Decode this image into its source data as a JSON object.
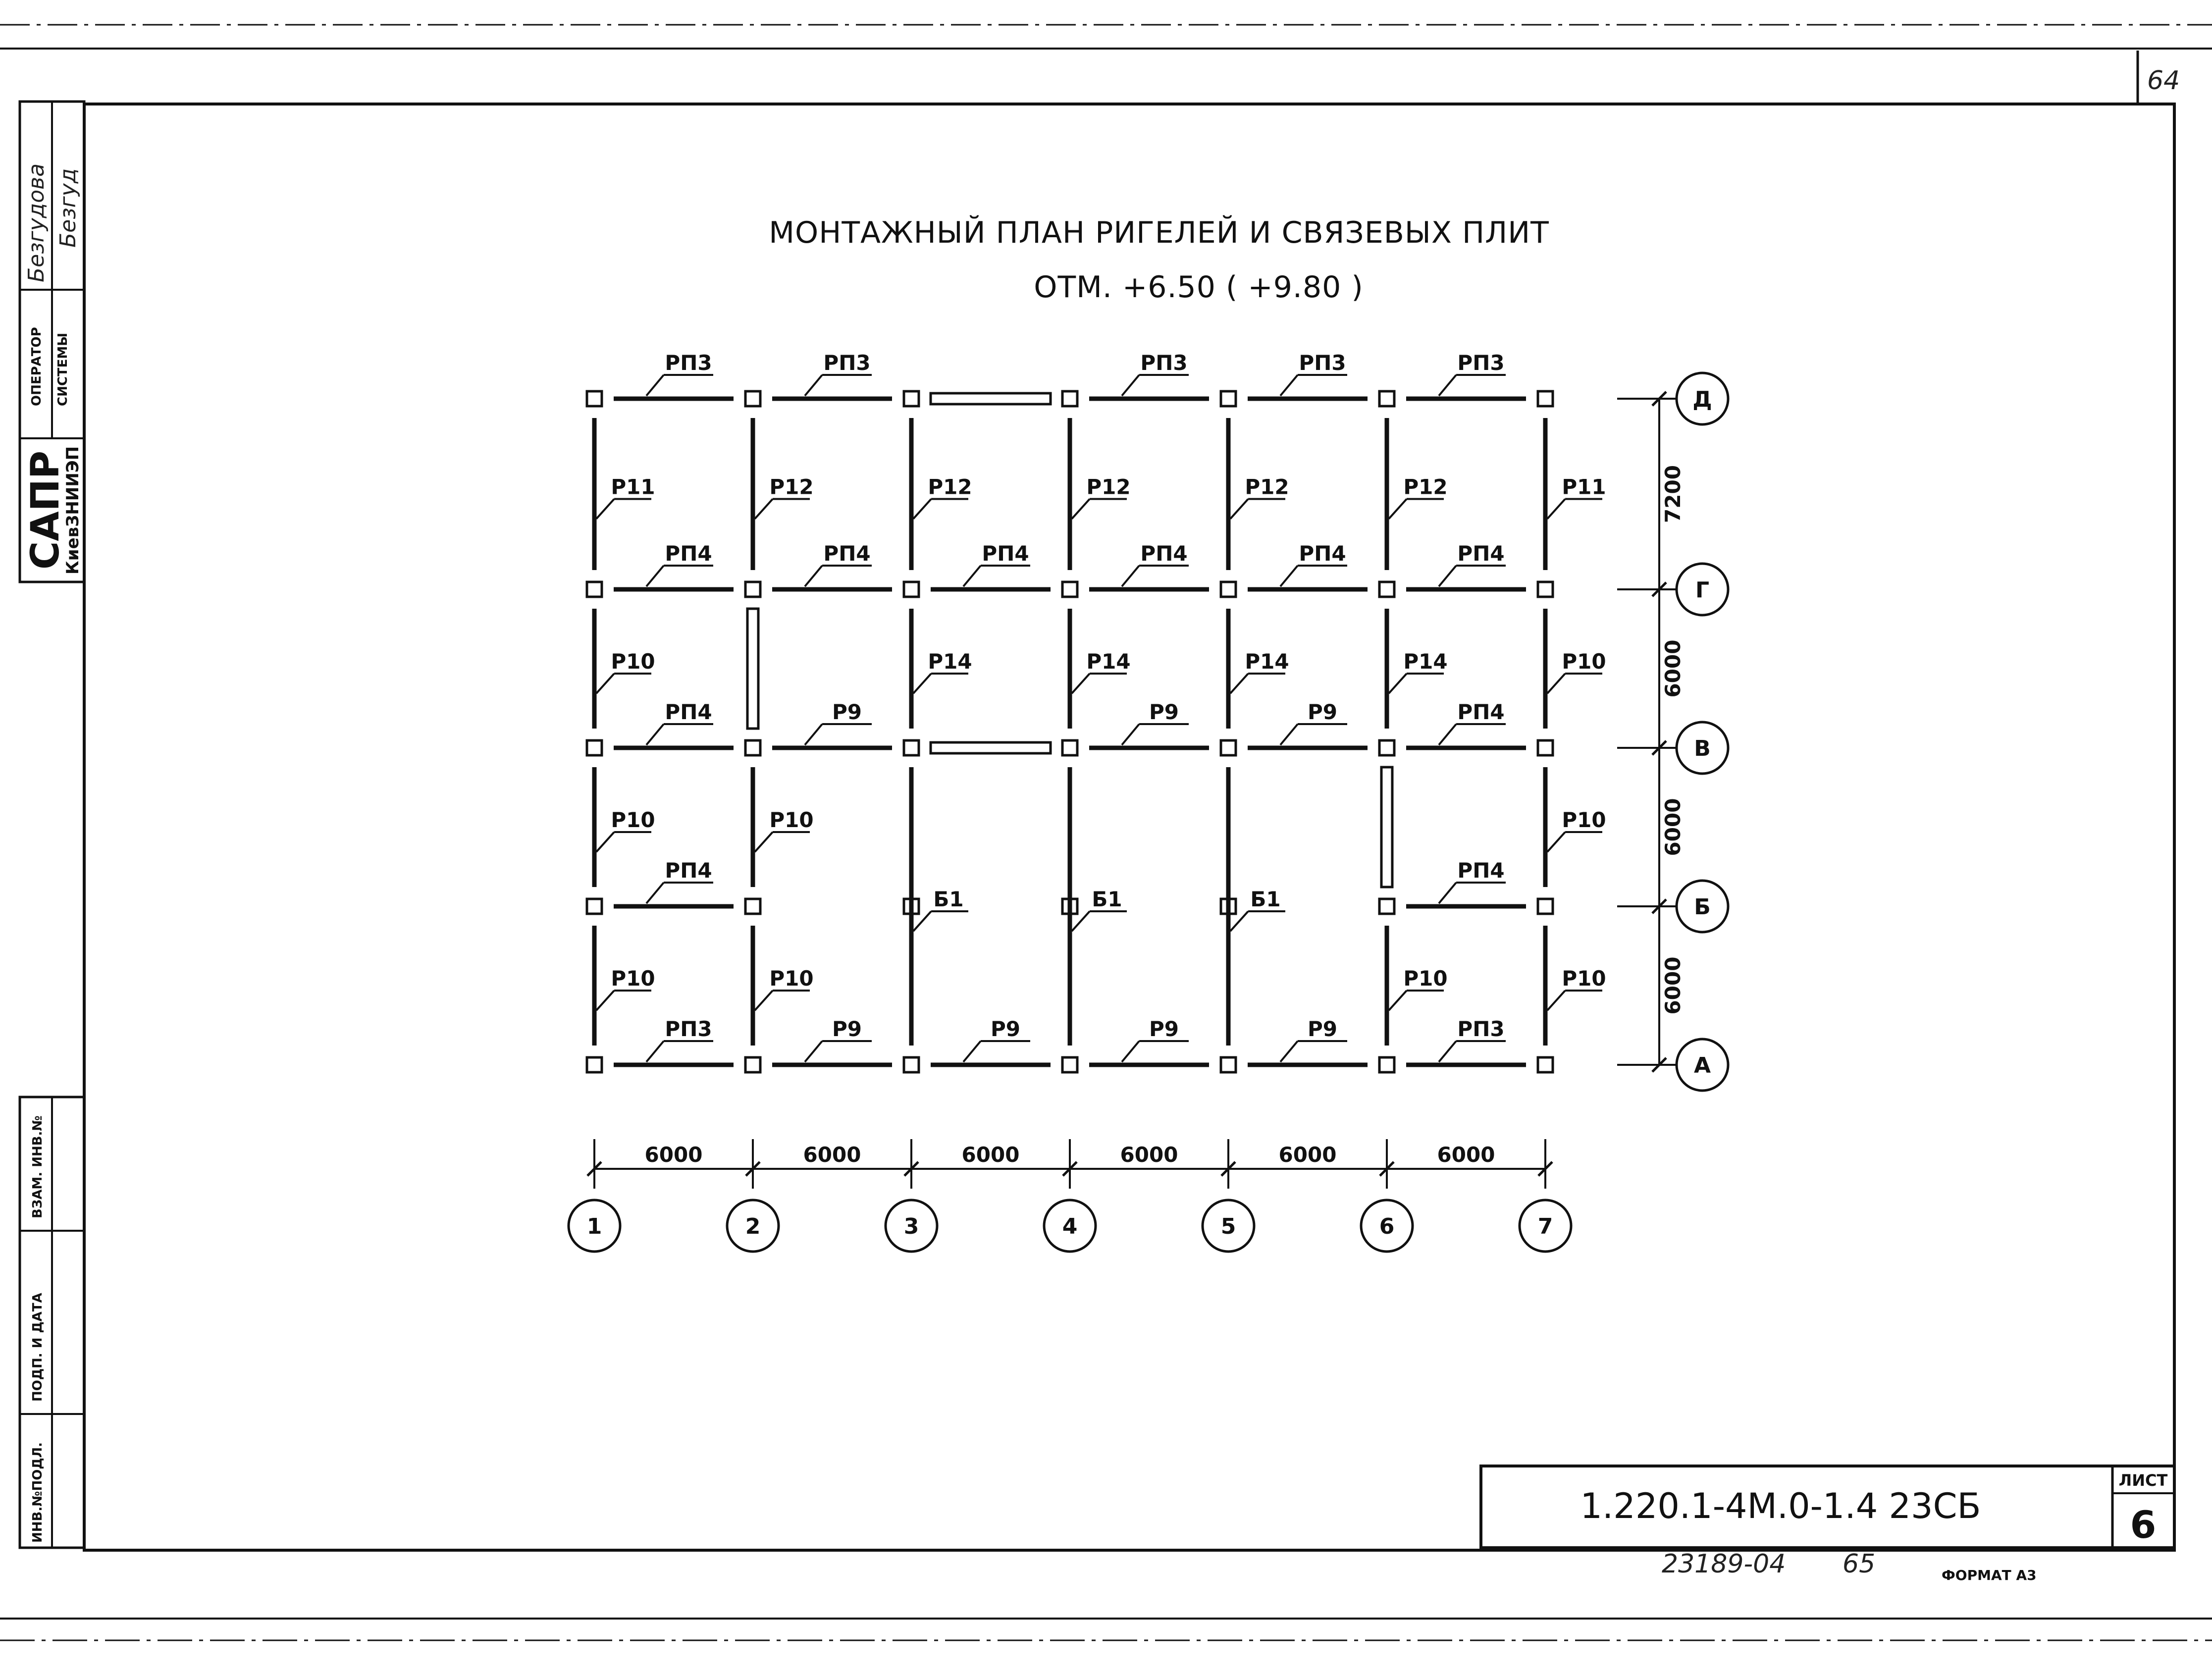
{
  "page_number_handwritten": "64",
  "title": {
    "line1": "МОНТАЖНЫЙ ПЛАН РИГЕЛЕЙ И СВЯЗЕВЫХ ПЛИТ",
    "line2": "ОТМ.  +6.50  (  +9.80  )"
  },
  "axes": {
    "columns": [
      "1",
      "2",
      "3",
      "4",
      "5",
      "6",
      "7"
    ],
    "rows": [
      "Д",
      "Г",
      "В",
      "Б",
      "А"
    ]
  },
  "dimensions": {
    "column_spacing": [
      "6000",
      "6000",
      "6000",
      "6000",
      "6000",
      "6000"
    ],
    "row_spacing": [
      "7200",
      "6000",
      "6000",
      "6000"
    ]
  },
  "horizontal_beams": {
    "row_Д": [
      "РП3",
      "РП3",
      "",
      "РП3",
      "РП3",
      "РП3"
    ],
    "row_Г": [
      "РП4",
      "РП4",
      "РП4",
      "РП4",
      "РП4",
      "РП4"
    ],
    "row_В": [
      "РП4",
      "Р9",
      "",
      "Р9",
      "Р9",
      "РП4"
    ],
    "row_Б": [
      "РП4",
      null,
      null,
      null,
      null,
      "РП4"
    ],
    "row_А": [
      "РП3",
      "Р9",
      "Р9",
      "Р9",
      "Р9",
      "РП3"
    ]
  },
  "vertical_beams": {
    "span_Д_Г": [
      "Р11",
      "Р12",
      "Р12",
      "Р12",
      "Р12",
      "Р12",
      "Р11"
    ],
    "span_Г_В": [
      "Р10",
      "",
      "Р14",
      "Р14",
      "Р14",
      "Р14",
      "Р10"
    ],
    "span_В_Б": [
      "Р10",
      "Р10",
      null,
      null,
      null,
      "",
      "Р10"
    ],
    "span_Б_А": [
      "Р10",
      "Р10",
      null,
      null,
      null,
      "Р10",
      "Р10"
    ],
    "long_span_В_А": [
      null,
      null,
      "Б1",
      "Б1",
      "Б1",
      null,
      null
    ]
  },
  "side_stamp": {
    "surname_handwritten": "Безгудова",
    "signature": "Безгуд",
    "operator_label_1": "ОПЕРАТОР",
    "operator_label_2": "СИСТЕМЫ",
    "sapr": "САПР",
    "institute": "КиевЗНИИЭП",
    "inv_vzam": "ВЗАМ. ИНВ.№",
    "podp_data": "ПОДП. И ДАТА",
    "inv_podl": "ИНВ.№ПОДЛ."
  },
  "title_block": {
    "code": "1.220.1-4М.0-1.4   23СБ",
    "sheet_label": "ЛИСТ",
    "sheet_number": "6"
  },
  "footer": {
    "handwritten_number": "23189-04",
    "handwritten_page": "65",
    "format": "ФОРМАТ А3"
  }
}
